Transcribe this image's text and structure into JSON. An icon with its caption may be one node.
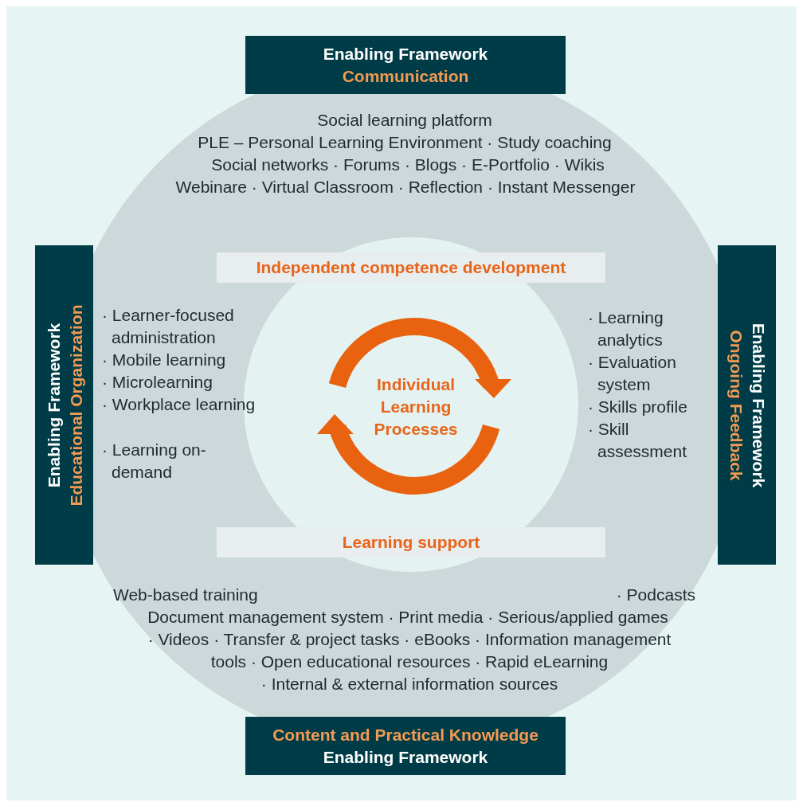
{
  "diagram": {
    "nodes": [
      {
        "text": [
          "Enabling Framework",
          "Communication"
        ]
      },
      {
        "text": [
          "Enabling Framework",
          "Educational Organization"
        ]
      },
      {
        "text": [
          "Enabling Framework",
          "Ongoing Feedback"
        ]
      },
      {
        "text": [
          "Content and Practical Knowledge",
          "Enabling Framework"
        ]
      },
      {
        "text": [
          "Independent competence development"
        ]
      },
      {
        "text": [
          "Learning support"
        ]
      }
    ],
    "labels": [
      "Social learning platform",
      "PLE – Personal Learning Environment · Study coaching",
      "Social networks · Forums · Blogs · E-Portfolio · Wikis",
      "Webinare · Virtual Classroom · Reflection · Instant Messenger",
      "· Learner-focused administration",
      "· Mobile learning",
      "· Microlearning",
      "· Workplace learning",
      "· Learning on-demand",
      "Individual Learning Processes",
      "· Learning analytics",
      "· Evaluation system",
      "· Skills profile",
      "· Skill assessment",
      "Web-based training",
      "· Podcasts",
      "Document management system · Print media · Serious/applied games",
      "· Videos · Transfer & project tasks · eBooks · Information management",
      "tools · Open educational resources · Rapid eLearning",
      "· Internal & external information sources"
    ]
  }
}
